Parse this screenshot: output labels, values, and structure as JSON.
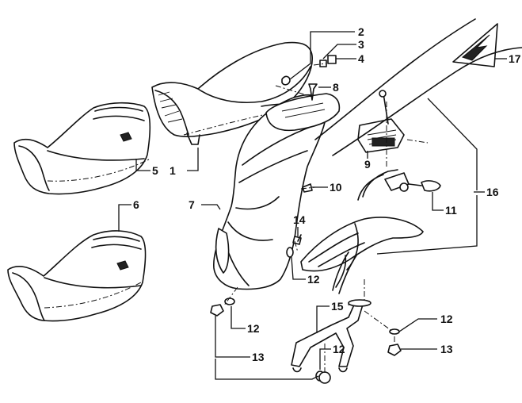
{
  "diagram": {
    "callouts": [
      {
        "id": "c1",
        "label": "1"
      },
      {
        "id": "c2",
        "label": "2"
      },
      {
        "id": "c3",
        "label": "3"
      },
      {
        "id": "c4",
        "label": "4"
      },
      {
        "id": "c5",
        "label": "5"
      },
      {
        "id": "c6",
        "label": "6"
      },
      {
        "id": "c7",
        "label": "7"
      },
      {
        "id": "c8",
        "label": "8"
      },
      {
        "id": "c9",
        "label": "9"
      },
      {
        "id": "c10",
        "label": "10"
      },
      {
        "id": "c11",
        "label": "11"
      },
      {
        "id": "c12a",
        "label": "12"
      },
      {
        "id": "c12b",
        "label": "12"
      },
      {
        "id": "c12c",
        "label": "12"
      },
      {
        "id": "c12d",
        "label": "12"
      },
      {
        "id": "c13a",
        "label": "13"
      },
      {
        "id": "c13b",
        "label": "13"
      },
      {
        "id": "c14",
        "label": "14"
      },
      {
        "id": "c15",
        "label": "15"
      },
      {
        "id": "c16",
        "label": "16"
      },
      {
        "id": "c17",
        "label": "17"
      }
    ]
  }
}
